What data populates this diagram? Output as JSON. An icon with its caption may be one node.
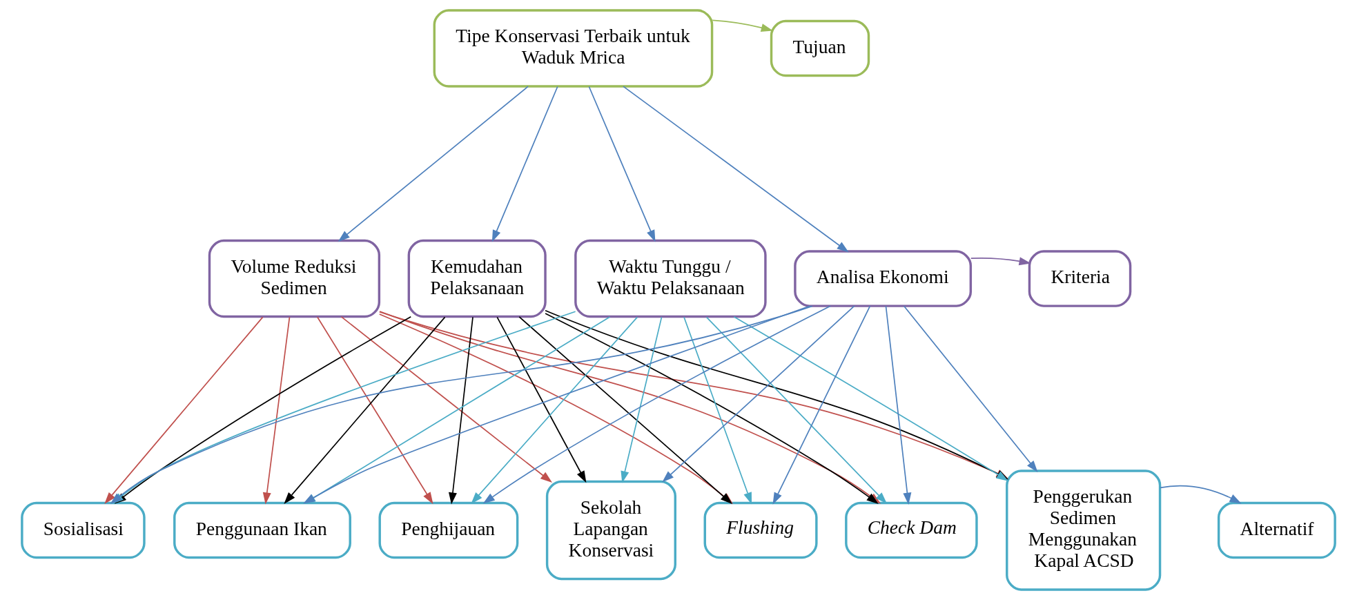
{
  "diagram": {
    "nodes": [
      {
        "text": [
          "Tipe Konservasi Terbaik untuk Waduk Mrica"
        ]
      },
      {
        "text": [
          "Tujuan"
        ]
      },
      {
        "text": [
          "Volume Reduksi Sedimen"
        ]
      },
      {
        "text": [
          "Kemudahan Pelaksanaan"
        ]
      },
      {
        "text": [
          "Waktu Tunggu / Waktu Pelaksanaan"
        ]
      },
      {
        "text": [
          "Analisa Ekonomi"
        ]
      },
      {
        "text": [
          "Kriteria"
        ]
      },
      {
        "text": [
          "Sosialisasi"
        ]
      },
      {
        "text": [
          "Penggunaan Ikan"
        ]
      },
      {
        "text": [
          "Penghijauan"
        ]
      },
      {
        "text": [
          "Sekolah Lapangan Konservasi"
        ]
      },
      {
        "text": [
          "Flushing"
        ]
      },
      {
        "text": [
          "Check Dam"
        ]
      },
      {
        "text": [
          "Penggerukan Sedimen Menggunakan Kapal ACSD"
        ]
      },
      {
        "text": [
          "Alternatif"
        ]
      }
    ],
    "edges": [
      {
        "from": 0,
        "to": 1,
        "arrow": "to",
        "color": "#9bbb59"
      },
      {
        "from": 0,
        "to": 2,
        "arrow": "to"
      },
      {
        "from": 0,
        "to": 3,
        "arrow": "to"
      },
      {
        "from": 0,
        "to": 4,
        "arrow": "to"
      },
      {
        "from": 0,
        "to": 5,
        "arrow": "to"
      },
      {
        "from": 5,
        "to": 6,
        "arrow": "to",
        "color": "#8064a2"
      },
      {
        "from": 2,
        "to": 7,
        "arrow": "to",
        "color": "#c0504d"
      },
      {
        "from": 2,
        "to": 8,
        "arrow": "to",
        "color": "#c0504d"
      },
      {
        "from": 2,
        "to": 9,
        "arrow": "to",
        "color": "#c0504d"
      },
      {
        "from": 2,
        "to": 10,
        "arrow": "to",
        "color": "#c0504d"
      },
      {
        "from": 2,
        "to": 11,
        "arrow": "to",
        "color": "#c0504d"
      },
      {
        "from": 2,
        "to": 12,
        "arrow": "to",
        "color": "#c0504d"
      },
      {
        "from": 2,
        "to": 13,
        "arrow": "to",
        "color": "#c0504d"
      },
      {
        "from": 3,
        "to": 7,
        "arrow": "to",
        "color": "#000000"
      },
      {
        "from": 3,
        "to": 8,
        "arrow": "to",
        "color": "#000000"
      },
      {
        "from": 3,
        "to": 9,
        "arrow": "to",
        "color": "#000000"
      },
      {
        "from": 3,
        "to": 10,
        "arrow": "to",
        "color": "#000000"
      },
      {
        "from": 3,
        "to": 11,
        "arrow": "to",
        "color": "#000000"
      },
      {
        "from": 3,
        "to": 12,
        "arrow": "to",
        "color": "#000000"
      },
      {
        "from": 3,
        "to": 13,
        "arrow": "to",
        "color": "#000000"
      },
      {
        "from": 4,
        "to": 7,
        "arrow": "to",
        "color": "#4bacc6"
      },
      {
        "from": 4,
        "to": 8,
        "arrow": "to",
        "color": "#4bacc6"
      },
      {
        "from": 4,
        "to": 9,
        "arrow": "to",
        "color": "#4bacc6"
      },
      {
        "from": 4,
        "to": 10,
        "arrow": "to",
        "color": "#4bacc6"
      },
      {
        "from": 4,
        "to": 11,
        "arrow": "to",
        "color": "#4bacc6"
      },
      {
        "from": 4,
        "to": 12,
        "arrow": "to",
        "color": "#4bacc6"
      },
      {
        "from": 4,
        "to": 13,
        "arrow": "to",
        "color": "#4bacc6"
      },
      {
        "from": 5,
        "to": 7,
        "arrow": "to"
      },
      {
        "from": 5,
        "to": 8,
        "arrow": "to"
      },
      {
        "from": 5,
        "to": 9,
        "arrow": "to"
      },
      {
        "from": 5,
        "to": 10,
        "arrow": "to"
      },
      {
        "from": 5,
        "to": 11,
        "arrow": "to"
      },
      {
        "from": 5,
        "to": 12,
        "arrow": "to"
      },
      {
        "from": 5,
        "to": 13,
        "arrow": "to"
      },
      {
        "from": 13,
        "to": 14,
        "arrow": "to"
      }
    ]
  }
}
